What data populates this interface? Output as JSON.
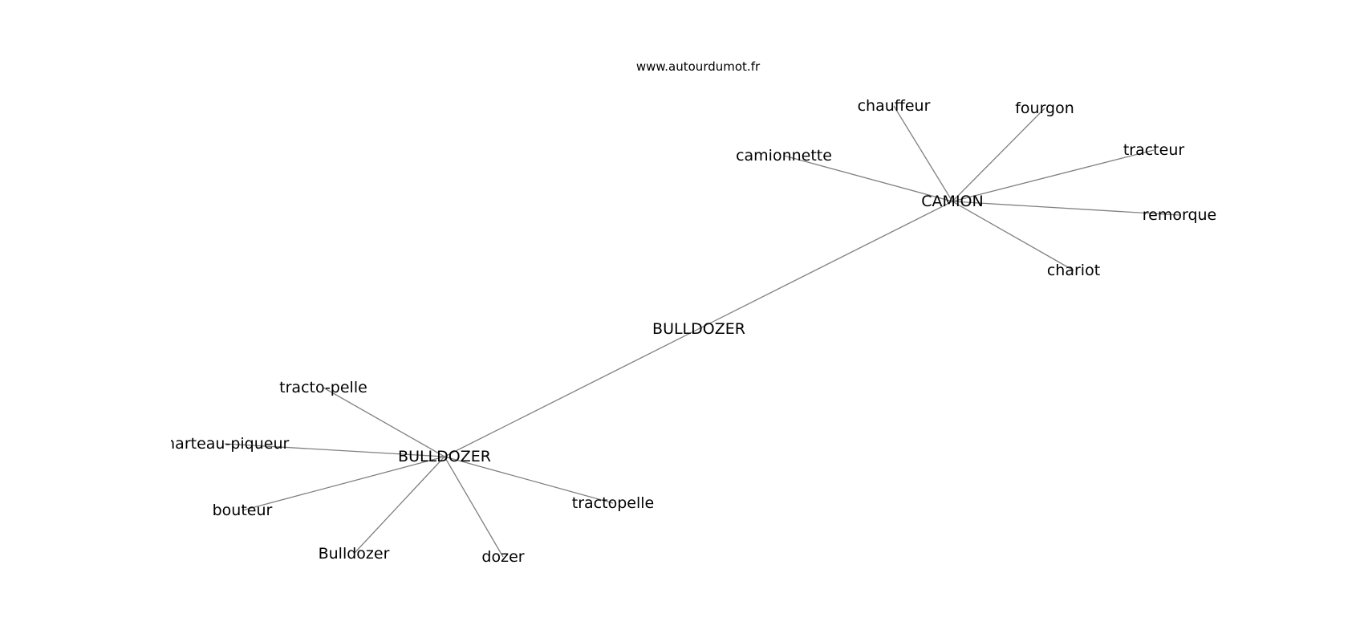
{
  "source": "www.autourdumot.fr",
  "graph": {
    "nodes": [
      {
        "id": "bulldozer-center",
        "label": "BULLDOZER"
      },
      {
        "id": "camion",
        "label": "CAMION"
      },
      {
        "id": "bulldozer-hub",
        "label": "BULLDOZER"
      },
      {
        "id": "chauffeur",
        "label": "chauffeur"
      },
      {
        "id": "fourgon",
        "label": "fourgon"
      },
      {
        "id": "tracteur",
        "label": "tracteur"
      },
      {
        "id": "camionnette",
        "label": "camionnette"
      },
      {
        "id": "remorque",
        "label": "remorque"
      },
      {
        "id": "chariot",
        "label": "chariot"
      },
      {
        "id": "tracto-pelle",
        "label": "tracto-pelle"
      },
      {
        "id": "marteau-piqueur",
        "label": "marteau-piqueur"
      },
      {
        "id": "bouteur",
        "label": "bouteur"
      },
      {
        "id": "bulldozer-lower",
        "label": "Bulldozer"
      },
      {
        "id": "dozer",
        "label": "dozer"
      },
      {
        "id": "tractopelle",
        "label": "tractopelle"
      }
    ],
    "edges": [
      [
        "camion",
        "bulldozer-hub"
      ],
      [
        "camion",
        "chauffeur"
      ],
      [
        "camion",
        "fourgon"
      ],
      [
        "camion",
        "tracteur"
      ],
      [
        "camion",
        "camionnette"
      ],
      [
        "camion",
        "remorque"
      ],
      [
        "camion",
        "chariot"
      ],
      [
        "bulldozer-hub",
        "tracto-pelle"
      ],
      [
        "bulldozer-hub",
        "marteau-piqueur"
      ],
      [
        "bulldozer-hub",
        "bouteur"
      ],
      [
        "bulldozer-hub",
        "bulldozer-lower"
      ],
      [
        "bulldozer-hub",
        "dozer"
      ],
      [
        "bulldozer-hub",
        "tractopelle"
      ]
    ]
  }
}
